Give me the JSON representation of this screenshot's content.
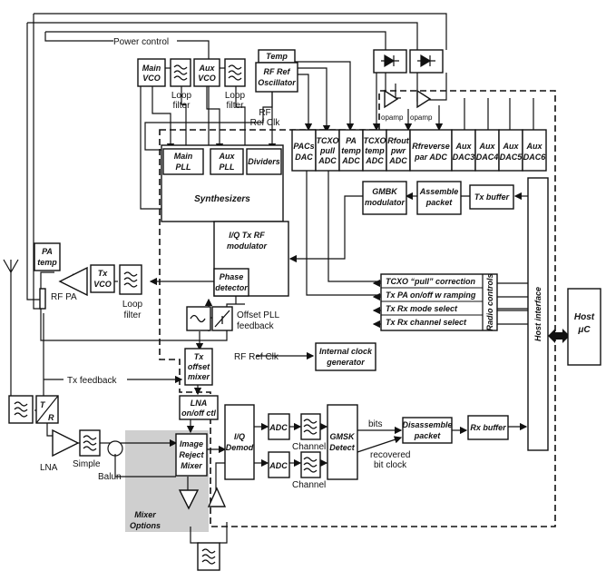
{
  "blocks": {
    "main_vco": [
      "Main",
      "VCO"
    ],
    "aux_vco": [
      "Aux",
      "VCO"
    ],
    "temp": "Temp",
    "rf_ref_osc": [
      "RF Ref",
      "Oscillator"
    ],
    "main_pll": [
      "Main",
      "PLL"
    ],
    "aux_pll": [
      "Aux",
      "PLL"
    ],
    "dividers": "Dividers",
    "synthesizers": "Synthesizers",
    "iq_tx_mod": [
      "I/Q Tx RF",
      "modulator"
    ],
    "phase_detector": [
      "Phase",
      "detector"
    ],
    "pa_temp": [
      "PA",
      "temp"
    ],
    "tx_vco": [
      "Tx",
      "VCO"
    ],
    "pacs_dac": [
      "PACs",
      "DAC"
    ],
    "tcxo_pull_adc": [
      "TCXO",
      "pull",
      "ADC"
    ],
    "pa_temp_adc": [
      "PA",
      "temp",
      "ADC"
    ],
    "tcxo_temp_adc": [
      "TCXO",
      "temp",
      "ADC"
    ],
    "rfout_pwr_adc": [
      "Rfout",
      "pwr",
      "ADC"
    ],
    "rfreverse_adc": [
      "Rfreverse",
      "par ADC"
    ],
    "aux_dac3": [
      "Aux",
      "DAC3"
    ],
    "aux_dac4": [
      "Aux",
      "DAC4"
    ],
    "aux_dac5": [
      "Aux",
      "DAC5"
    ],
    "aux_dac6": [
      "Aux",
      "DAC6"
    ],
    "gmbk_modulator": [
      "GMBK",
      "modulator"
    ],
    "assemble_packet": [
      "Assemble",
      "packet"
    ],
    "tx_buffer": "Tx buffer",
    "radio_controls": [
      "TCXO “pull” correction",
      "Tx PA on/off w ramping",
      "Tx Rx mode select",
      "Tx Rx channel select"
    ],
    "radio_controls_label": "Radio controls",
    "host_interface": "Host interface",
    "host_uc": [
      "Host",
      "μC"
    ],
    "internal_clock": [
      "Internal clock",
      "generator"
    ],
    "tx_offset_mixer": [
      "Tx",
      "offset",
      "mixer"
    ],
    "lna_onoff": [
      "LNA",
      "on/off ctl"
    ],
    "tr": [
      "T",
      "R"
    ],
    "image_reject_mixer": [
      "Image",
      "Reject",
      "Mixer"
    ],
    "iq_demod": [
      "I/Q",
      "Demod"
    ],
    "adc": "ADC",
    "gmsk_detect": [
      "GMSK",
      "Detect"
    ],
    "disassemble_packet": [
      "Disassemble",
      "packet"
    ],
    "rx_buffer": "Rx buffer"
  },
  "labels": {
    "power_control": "Power control",
    "loop_filter": [
      "Loop",
      "filter"
    ],
    "rf_ref_clk": [
      "RF",
      "Ref Clk"
    ],
    "opamp": "opamp",
    "rf_pa": "RF PA",
    "offset_pll_feedback": [
      "Offset PLL",
      "feedback"
    ],
    "rf_ref_clk_arrow": "RF Ref Clk",
    "tx_feedback": "Tx feedback",
    "lna": "LNA",
    "simple": "Simple",
    "balun": "Balun",
    "mixer_options": [
      "Mixer",
      "Options"
    ],
    "channel": "Channel",
    "bits": "bits",
    "recovered_bit_clock": [
      "recovered",
      "bit clock"
    ]
  }
}
